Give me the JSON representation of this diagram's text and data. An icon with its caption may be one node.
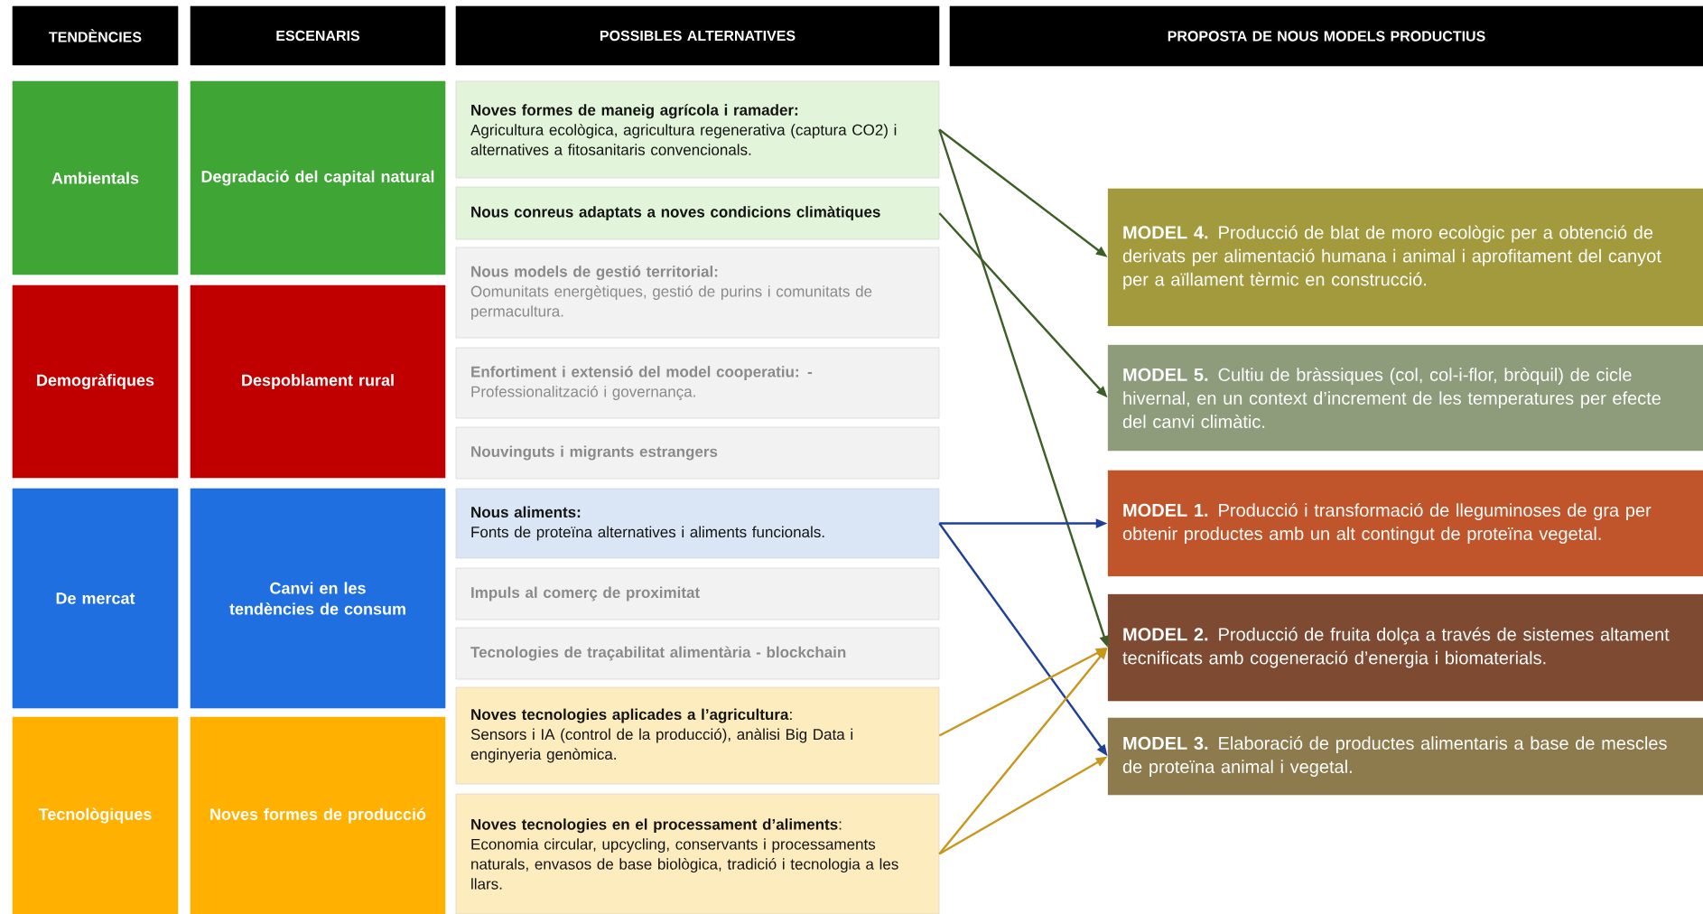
{
  "diagram": {
    "nodes": [
      {
        "text": [
          "TENDÈNCIES"
        ]
      },
      {
        "text": [
          "ESCENARIS"
        ]
      },
      {
        "text": [
          "POSSIBLES ALTERNATIVES"
        ]
      },
      {
        "text": [
          "PROPOSTA DE NOUS MODELS PRODUCTIUS"
        ]
      },
      {
        "text": [
          "Ambientals"
        ]
      },
      {
        "text": [
          "Demogràfiques"
        ]
      },
      {
        "text": [
          "De mercat"
        ]
      },
      {
        "text": [
          "Tecnològiques"
        ]
      },
      {
        "text": [
          "Degradació del capital natural"
        ]
      },
      {
        "text": [
          "Despoblament rural"
        ]
      },
      {
        "text": [
          "Canvi en les tendències de consum"
        ]
      },
      {
        "text": [
          "Noves formes de producció"
        ]
      },
      {
        "text": [
          "Noves formes de maneig agrícola i ramader:",
          "Agricultura ecològica, agricultura regenerativa (captura CO2) i alternatives a fitosanitaris convencionals."
        ]
      },
      {
        "text": [
          "Nous conreus adaptats a noves condicions climàtiques"
        ]
      },
      {
        "text": [
          "Nous models de gestió territorial:",
          "Oomunitats energètiques, gestió de purins i comunitats de permacultura."
        ]
      },
      {
        "text": [
          "Enfortiment i extensió del model cooperatiu: -",
          "Professionalització i governança."
        ]
      },
      {
        "text": [
          "Nouvinguts i migrants estrangers"
        ]
      },
      {
        "text": [
          "Nous aliments:",
          "Fonts de proteïna alternatives i aliments funcionals."
        ]
      },
      {
        "text": [
          "Impuls al comerç de proximitat"
        ]
      },
      {
        "text": [
          "Tecnologies de traçabilitat alimentària - blockchain"
        ]
      },
      {
        "text": [
          "**Noves tecnologies aplicades a l’agricultura**:",
          "Sensors i IA (control de la producció), anàlisi Big Data i enginyeria genòmica."
        ]
      },
      {
        "text": [
          "**Noves tecnologies en el processament d’aliments**:",
          "Economia circular, upcycling, conservants i processaments naturals, envasos de base biològica, tradició i tecnologia a les llars."
        ]
      },
      {
        "text": [
          "**MODEL 4.** Producció de blat de moro ecològic per a obtenció de derivats per alimentació humana i animal i aprofitament del canyot per a aïllament tèrmic en construcció."
        ]
      },
      {
        "text": [
          "**MODEL 5.** Cultiu de bràssiques (col, col-i-flor, bròquil) de cicle hivernal, en un context d’increment de les temperatures per efecte del canvi climàtic."
        ]
      },
      {
        "text": [
          "**MODEL 1.** Producció i transformació de lleguminoses de gra per obtenir productes amb un alt contingut de proteïna vegetal."
        ]
      },
      {
        "text": [
          "**MODEL 2.** Producció de fruita dolça a través de sistemes altament tecnificats amb cogeneració d’energia i biomaterials."
        ]
      },
      {
        "text": [
          "**MODEL 3.** Elaboració de productes alimentaris a base de mescles de proteïna animal i vegetal."
        ]
      }
    ],
    "edges": [
      {
        "from": 12,
        "to": 22,
        "arrow": "to",
        "color": "#3d5e26"
      },
      {
        "from": 12,
        "to": 25,
        "arrow": "to",
        "color": "#3d5e26"
      },
      {
        "from": 13,
        "to": 23,
        "arrow": "to",
        "color": "#3d5e26"
      },
      {
        "from": 17,
        "to": 24,
        "arrow": "to",
        "color": "#1f3f99"
      },
      {
        "from": 17,
        "to": 26,
        "arrow": "to",
        "color": "#1f3f99"
      },
      {
        "from": 20,
        "to": 25,
        "arrow": "to",
        "color": "#c9961c"
      },
      {
        "from": 21,
        "to": 25,
        "arrow": "to",
        "color": "#c9961c"
      },
      {
        "from": 21,
        "to": 26,
        "arrow": "to",
        "color": "#c9961c"
      }
    ]
  }
}
